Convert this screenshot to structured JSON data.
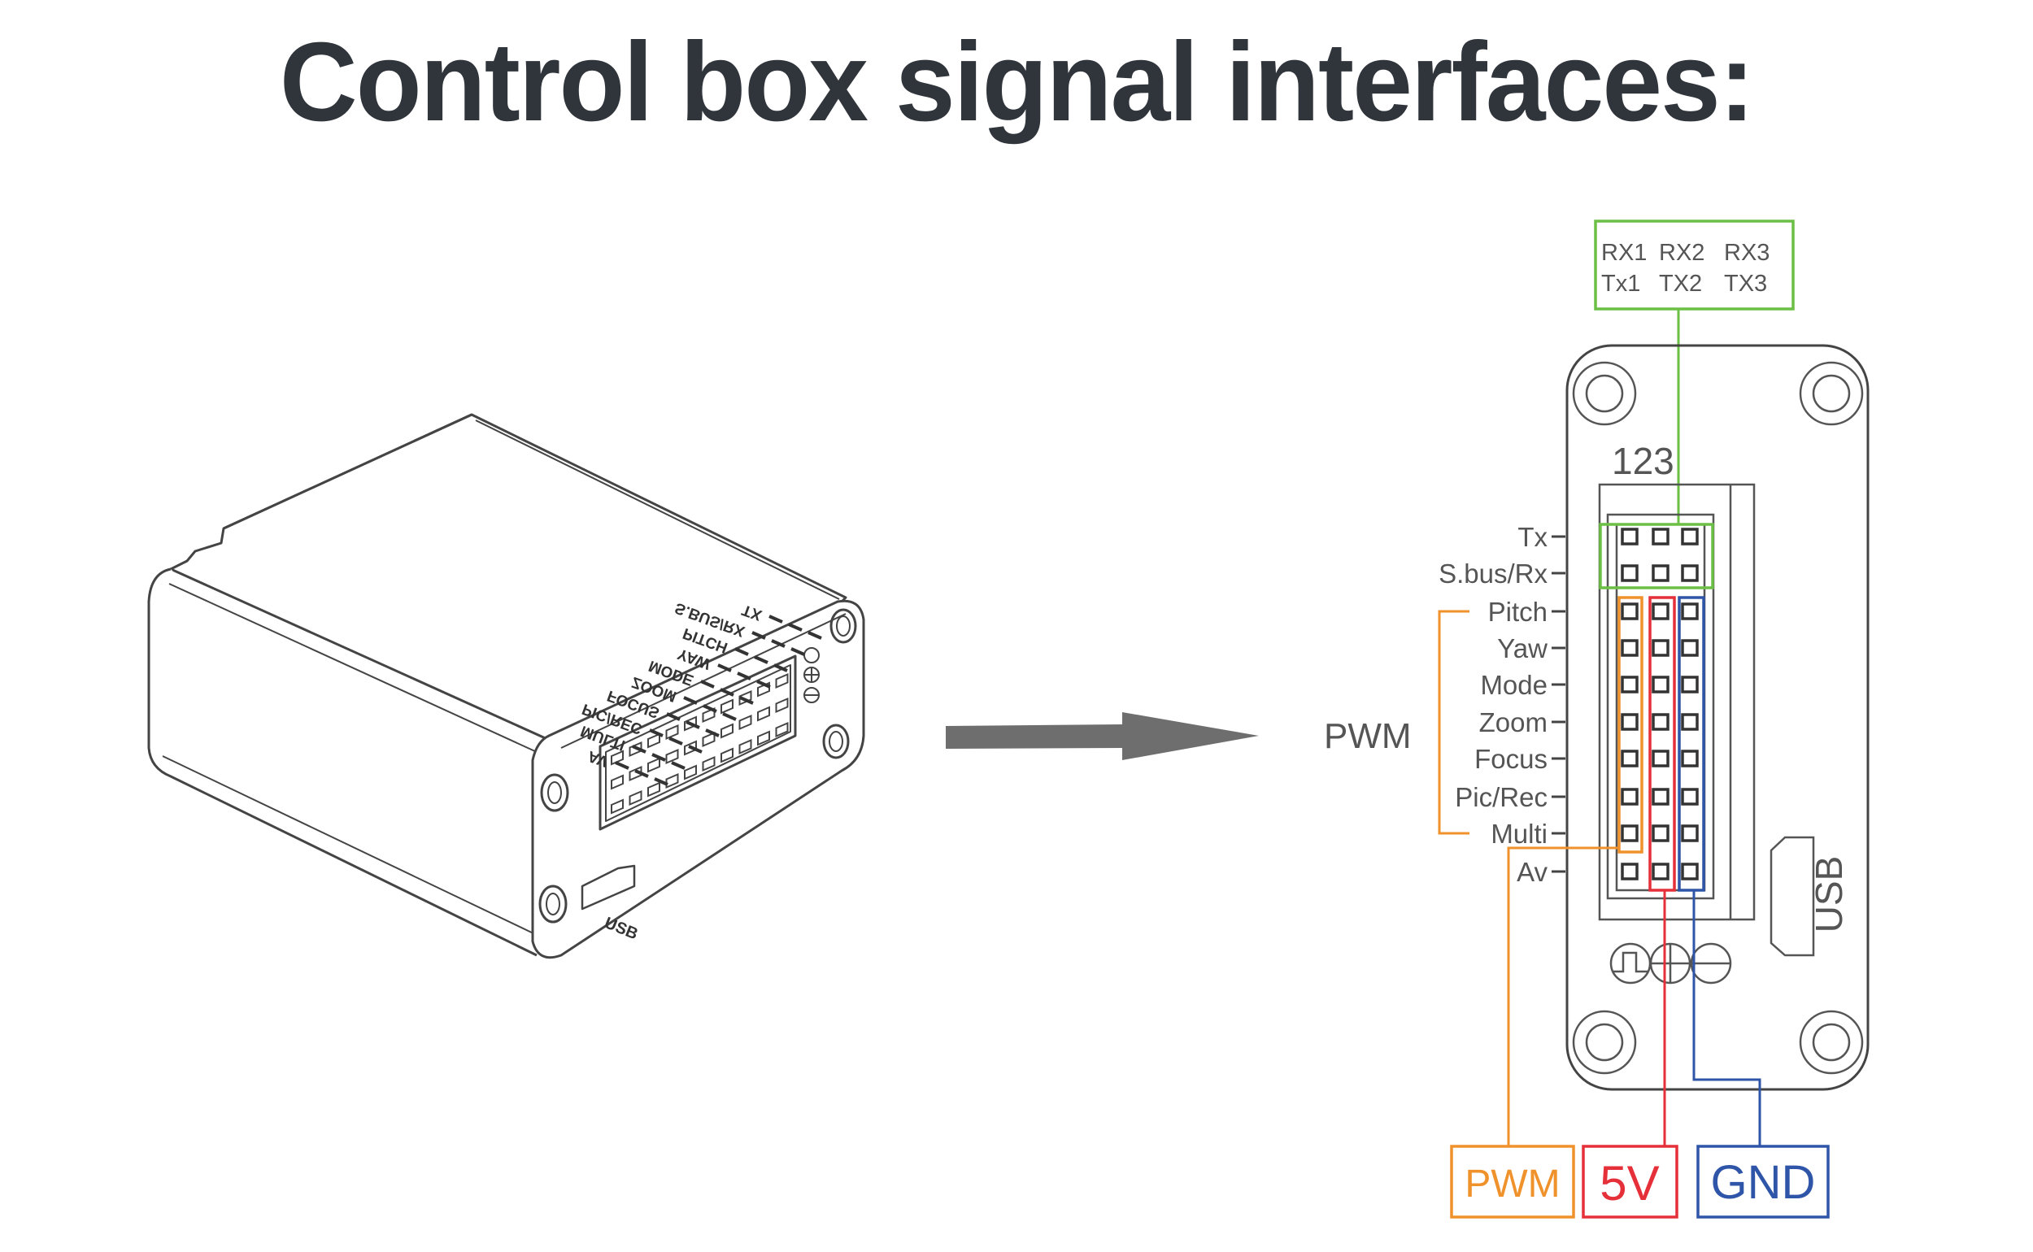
{
  "title": "Control box signal interfaces:",
  "device_illustration": {
    "box_labels": [
      "TX",
      "S.BUS/RX",
      "PITCH",
      "YAW",
      "MODE",
      "ZOOM",
      "FOCUS",
      "PIC/REC",
      "MULTI",
      "AV"
    ],
    "port_label": "USB",
    "polarity_symbols": [
      "signal-icon",
      "plus-icon",
      "minus-icon"
    ]
  },
  "arrow": {
    "direction": "right",
    "color": "#6e6e6e"
  },
  "pinout": {
    "uart_label_top": [
      "RX1",
      "RX2",
      "RX3"
    ],
    "uart_label_bottom": [
      "Tx1",
      "TX2",
      "TX3"
    ],
    "header_numbers": "123",
    "group_label": "PWM",
    "rows": [
      {
        "label": "Tx"
      },
      {
        "label": "S.bus/Rx"
      },
      {
        "label": "Pitch"
      },
      {
        "label": "Yaw"
      },
      {
        "label": "Mode"
      },
      {
        "label": "Zoom"
      },
      {
        "label": "Focus"
      },
      {
        "label": "Pic/Rec"
      },
      {
        "label": "Multi"
      },
      {
        "label": "Av"
      }
    ],
    "usb_label": "USB",
    "legend": [
      {
        "label": "PWM",
        "color": "#f0922b"
      },
      {
        "label": "5V",
        "color": "#e5303a"
      },
      {
        "label": "GND",
        "color": "#2e55a8"
      }
    ],
    "uart_color": "#6cbf45"
  }
}
